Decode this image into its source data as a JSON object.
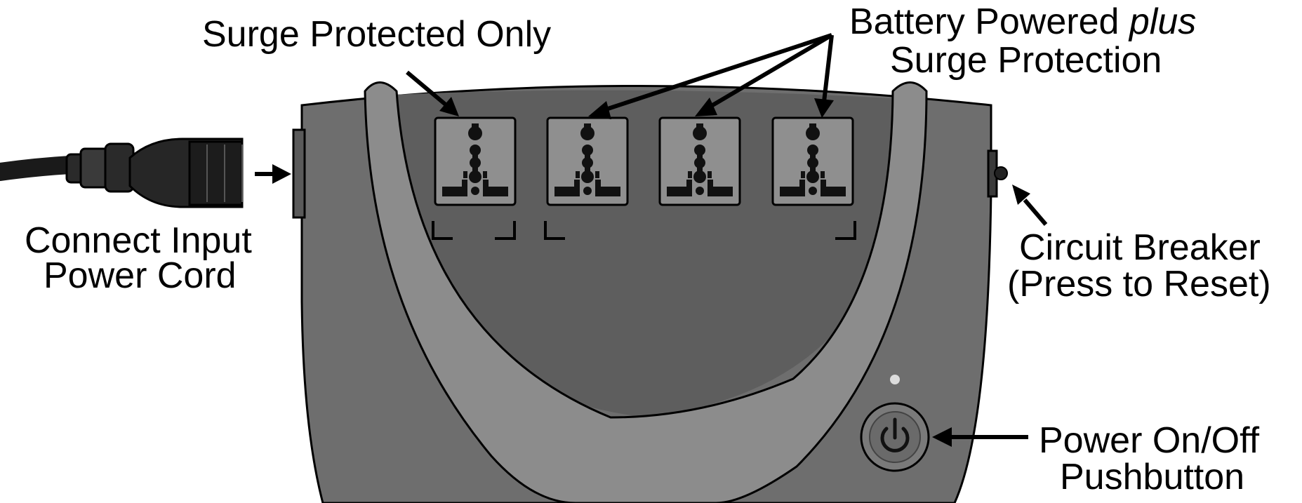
{
  "labels": {
    "surge_only": "Surge Protected Only",
    "battery_line1": "Battery Powered",
    "battery_plus": "plus",
    "battery_line2": "Surge Protection",
    "connect_line1": "Connect Input",
    "connect_line2": "Power Cord",
    "breaker_line1": "Circuit Breaker",
    "breaker_line2": "(Press to Reset)",
    "power_line1": "Power On/Off",
    "power_line2": "Pushbutton"
  },
  "icons": {
    "outlet": "universal-outlet-icon",
    "power": "power-symbol-icon",
    "plug": "power-plug-icon"
  },
  "colors": {
    "body": "#6e6e6e",
    "handle": "#8c8c8c",
    "outlet_face": "#8f8f8f",
    "outline": "#000000",
    "background": "#ffffff"
  }
}
